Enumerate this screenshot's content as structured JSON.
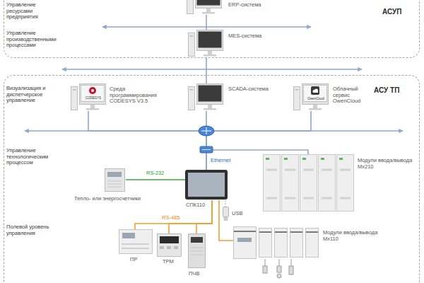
{
  "diagram": {
    "nodes": [
      {
        "text": [
          "АСУП",
          "Управление ресурсами предприятия",
          "Управление производственными процессами"
        ]
      },
      {
        "text": [
          "ERP-система"
        ],
        "in": 0
      },
      {
        "text": [
          "MES-система"
        ],
        "in": 0
      },
      {
        "text": [
          "АСУ ТП",
          "Визуализация и диспетчерское управление",
          "Управление технологическим процессом",
          "Полевой уровень управления"
        ]
      },
      {
        "text": [
          "Среда программирования CODESYS V3.5",
          "CODESYS"
        ],
        "in": 3
      },
      {
        "text": [
          "SCADA-система"
        ],
        "in": 3
      },
      {
        "text": [
          "Облачный сервис OwenCloud",
          "OwenCloud"
        ],
        "in": 3
      },
      {
        "text": [
          "Модули ввода/вывода Mx210"
        ],
        "in": 3
      },
      {
        "text": [
          "Тепло- или энергосчетчики"
        ],
        "in": 3
      },
      {
        "text": [
          "СПК110"
        ],
        "in": 3
      },
      {
        "text": [
          "USB"
        ],
        "in": 3
      },
      {
        "text": [
          "ПР"
        ],
        "in": 3
      },
      {
        "text": [
          "ТРМ"
        ],
        "in": 3
      },
      {
        "text": [
          "ПЧВ"
        ],
        "in": 3
      },
      {
        "text": [
          "Модули ввода/вывода Mx110"
        ],
        "in": 3
      }
    ],
    "edges": [
      {
        "from": 1,
        "to": 2,
        "arrow": "none"
      },
      {
        "from": 2,
        "to": 5,
        "arrow": "none"
      },
      {
        "from": 4,
        "to": 9,
        "arrow": "none"
      },
      {
        "from": 5,
        "to": 9,
        "label": "Ethernet",
        "arrow": "none"
      },
      {
        "from": 6,
        "to": 9,
        "arrow": "none"
      },
      {
        "from": 9,
        "to": 7,
        "arrow": "none"
      },
      {
        "from": 9,
        "to": 8,
        "label": "RS-232",
        "arrow": "none"
      },
      {
        "from": 9,
        "to": 10,
        "arrow": "none"
      },
      {
        "from": 9,
        "to": 11,
        "label": "RS-485",
        "arrow": "none"
      },
      {
        "from": 9,
        "to": 12,
        "arrow": "none"
      },
      {
        "from": 9,
        "to": 13,
        "arrow": "none"
      },
      {
        "from": 9,
        "to": 14,
        "arrow": "none"
      }
    ]
  }
}
